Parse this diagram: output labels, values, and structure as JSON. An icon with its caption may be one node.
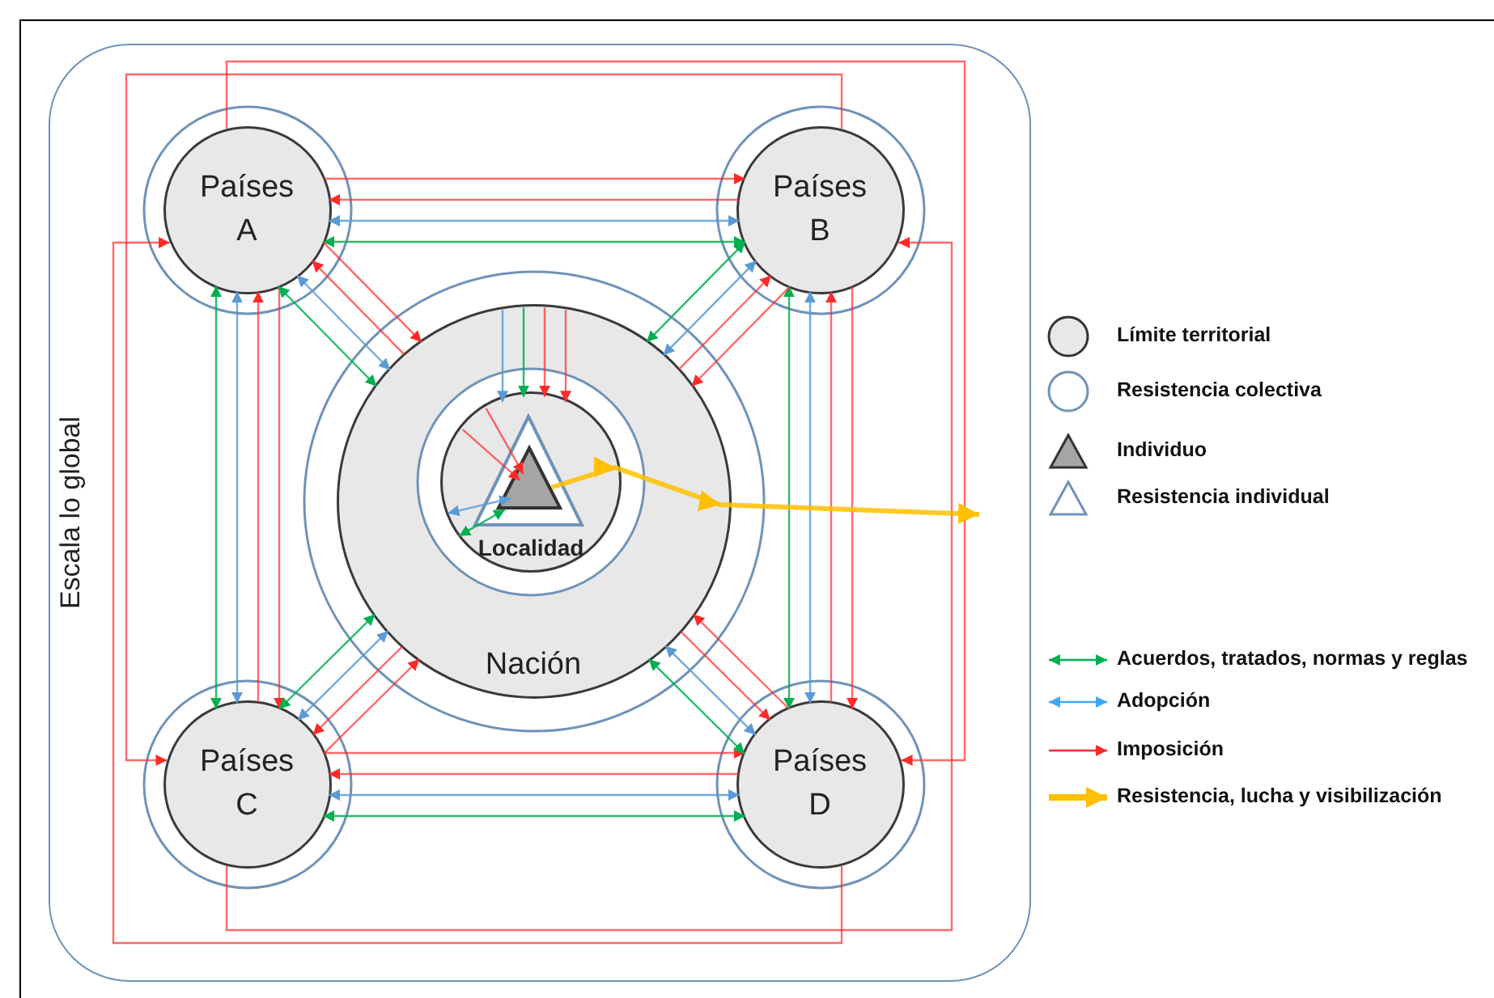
{
  "diagram": {
    "nodes": [
      {
        "text": [
          "Escala lo global"
        ]
      },
      {
        "text": [
          "Países A"
        ],
        "in": 0
      },
      {
        "text": [
          "Países B"
        ],
        "in": 0
      },
      {
        "text": [
          "Nación"
        ],
        "in": 0
      },
      {
        "text": [
          "Localidad"
        ],
        "in": 3
      },
      {
        "text": [],
        "shape": "triangle",
        "in": 4
      },
      {
        "text": [
          "Países C"
        ],
        "in": 0
      },
      {
        "text": [
          "Países D"
        ],
        "in": 0
      }
    ],
    "edges": [
      {
        "from": 1,
        "to": 2,
        "arrow": "to"
      },
      {
        "from": 2,
        "to": 1,
        "arrow": "to"
      },
      {
        "from": 1,
        "to": 2,
        "arrow": "both",
        "color": "#5b9bd5"
      },
      {
        "from": 1,
        "to": 2,
        "arrow": "both",
        "color": "#00b050"
      },
      {
        "from": 1,
        "to": 6,
        "arrow": "to"
      },
      {
        "from": 6,
        "to": 1,
        "arrow": "to"
      },
      {
        "from": 1,
        "to": 6,
        "arrow": "both",
        "color": "#5b9bd5"
      },
      {
        "from": 1,
        "to": 6,
        "arrow": "both",
        "color": "#00b050"
      },
      {
        "from": 2,
        "to": 7,
        "arrow": "to"
      },
      {
        "from": 7,
        "to": 2,
        "arrow": "to"
      },
      {
        "from": 2,
        "to": 7,
        "arrow": "both",
        "color": "#5b9bd5"
      },
      {
        "from": 2,
        "to": 7,
        "arrow": "both",
        "color": "#00b050"
      },
      {
        "from": 6,
        "to": 7,
        "arrow": "to"
      },
      {
        "from": 7,
        "to": 6,
        "arrow": "to"
      },
      {
        "from": 6,
        "to": 7,
        "arrow": "both",
        "color": "#5b9bd5"
      },
      {
        "from": 6,
        "to": 7,
        "arrow": "both",
        "color": "#00b050"
      },
      {
        "from": 1,
        "to": 3,
        "arrow": "to"
      },
      {
        "from": 3,
        "to": 1,
        "arrow": "to"
      },
      {
        "from": 1,
        "to": 3,
        "arrow": "both",
        "color": "#5b9bd5"
      },
      {
        "from": 1,
        "to": 3,
        "arrow": "both",
        "color": "#00b050"
      },
      {
        "from": 2,
        "to": 3,
        "arrow": "to"
      },
      {
        "from": 3,
        "to": 2,
        "arrow": "to"
      },
      {
        "from": 2,
        "to": 3,
        "arrow": "both",
        "color": "#5b9bd5"
      },
      {
        "from": 2,
        "to": 3,
        "arrow": "both",
        "color": "#00b050"
      },
      {
        "from": 6,
        "to": 3,
        "arrow": "to"
      },
      {
        "from": 3,
        "to": 6,
        "arrow": "to"
      },
      {
        "from": 6,
        "to": 3,
        "arrow": "both",
        "color": "#5b9bd5"
      },
      {
        "from": 6,
        "to": 3,
        "arrow": "both",
        "color": "#00b050"
      },
      {
        "from": 7,
        "to": 3,
        "arrow": "to"
      },
      {
        "from": 3,
        "to": 7,
        "arrow": "to"
      },
      {
        "from": 7,
        "to": 3,
        "arrow": "both",
        "color": "#5b9bd5"
      },
      {
        "from": 7,
        "to": 3,
        "arrow": "both",
        "color": "#00b050"
      },
      {
        "from": 3,
        "to": 4,
        "arrow": "to",
        "color": "#5b9bd5"
      },
      {
        "from": 3,
        "to": 4,
        "arrow": "to",
        "color": "#00b050"
      },
      {
        "from": 3,
        "to": 4,
        "arrow": "to"
      },
      {
        "from": 3,
        "to": 4,
        "arrow": "to"
      },
      {
        "from": 4,
        "to": 5,
        "arrow": "to"
      },
      {
        "from": 4,
        "to": 5,
        "arrow": "to"
      },
      {
        "from": 5,
        "to": 4,
        "arrow": "both",
        "color": "#5b9bd5"
      },
      {
        "from": 5,
        "to": 4,
        "arrow": "both",
        "color": "#00b050"
      },
      {
        "from": 1,
        "to": 7,
        "arrow": "to"
      },
      {
        "from": 7,
        "to": 1,
        "arrow": "to"
      },
      {
        "from": 2,
        "to": 6,
        "arrow": "to"
      },
      {
        "from": 6,
        "to": 2,
        "arrow": "to"
      },
      {
        "from": 5,
        "to": null,
        "arrow": "to",
        "style": "thick",
        "color": "#ffc000"
      }
    ],
    "legend": [
      {
        "text": "Límite territorial"
      },
      {
        "text": "Resistencia colectiva"
      },
      {
        "text": "Individuo"
      },
      {
        "text": "Resistencia individual"
      },
      {
        "text": "Acuerdos, tratados, normas y reglas"
      },
      {
        "text": "Adopción"
      },
      {
        "text": "Imposición"
      },
      {
        "text": "Resistencia, lucha y visibilización"
      }
    ]
  }
}
